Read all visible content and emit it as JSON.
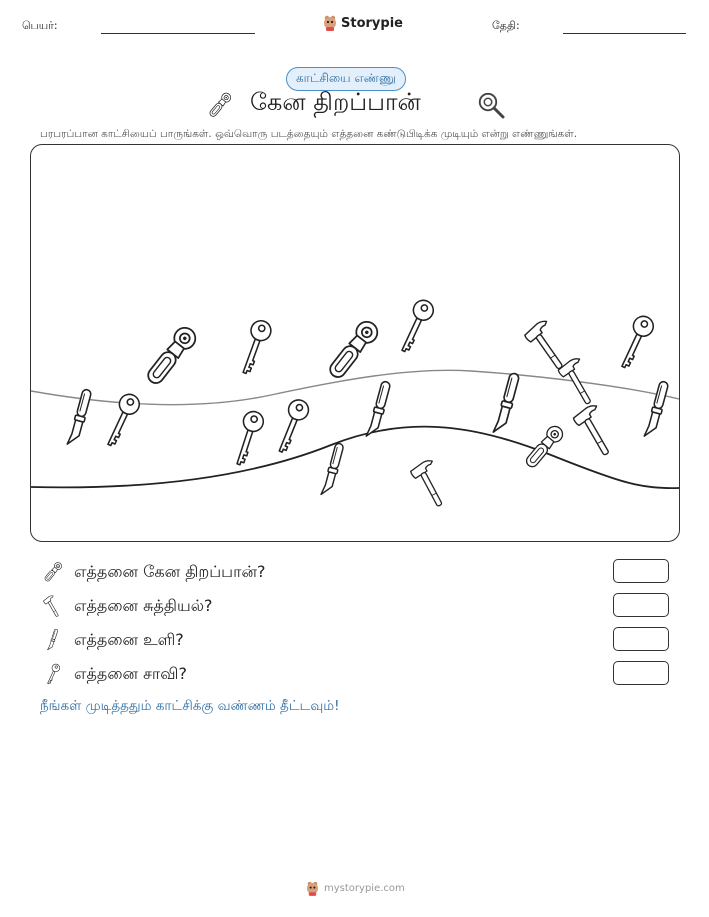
{
  "header": {
    "name_label": "பெயர்:",
    "date_label": "தேதி:",
    "brand": "Storypie"
  },
  "badge": "காட்சியை எண்ணு",
  "title": "கேன திறப்பான்",
  "instruction": "பரபரப்பான காட்சியைப் பாருங்கள். ஒவ்வொரு படத்தையும் எத்தனை கண்டுபிடிக்க முடியும் என்று எண்ணுங்கள்.",
  "questions": [
    {
      "icon": "can-opener-icon",
      "text": "எத்தனை கேன திறப்பான்?"
    },
    {
      "icon": "hammer-icon",
      "text": "எத்தனை சுத்தியல்?"
    },
    {
      "icon": "chisel-icon",
      "text": "எத்தனை உளி?"
    },
    {
      "icon": "key-icon",
      "text": "எத்தனை சாவி?"
    }
  ],
  "cta": "நீங்கள் முடித்ததும் காட்சிக்கு வண்ணம் தீட்டவும்!",
  "footer": "mystorypie.com",
  "colors": {
    "accent": "#2f6ea3",
    "badge_bg": "#e3f0fb",
    "badge_border": "#4a90c8"
  }
}
